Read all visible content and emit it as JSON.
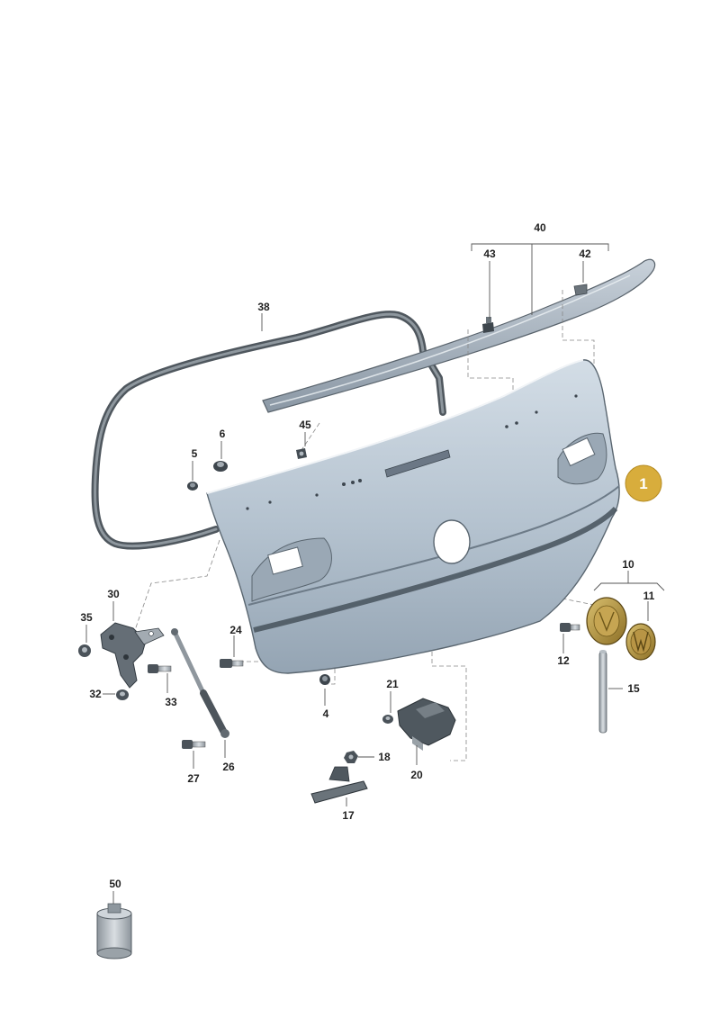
{
  "callouts": {
    "c1": "1",
    "c4": "4",
    "c5": "5",
    "c6": "6",
    "c10": "10",
    "c11": "11",
    "c12": "12",
    "c15": "15",
    "c17": "17",
    "c18": "18",
    "c20": "20",
    "c21": "21",
    "c24": "24",
    "c26": "26",
    "c27": "27",
    "c30": "30",
    "c32": "32",
    "c33": "33",
    "c35": "35",
    "c38": "38",
    "c40": "40",
    "c42": "42",
    "c43": "43",
    "c45": "45",
    "c50": "50"
  },
  "colors": {
    "panel": "#b9c6d2",
    "panel_dark": "#7f8f9d",
    "seal": "#5b646c",
    "badge": "#d8ad3c",
    "emblem": "#b4923c"
  }
}
